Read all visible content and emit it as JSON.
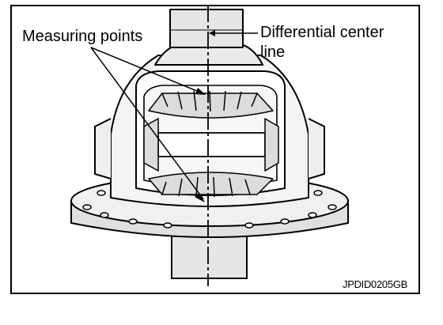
{
  "labels": {
    "measuring_points": "Measuring points",
    "differential_center_line_1": "Differential center",
    "differential_center_line_2": "line",
    "figure_code": "JPDID0205GB"
  },
  "colors": {
    "ink": "#000000",
    "paper": "#ffffff",
    "shade": "#d9d9d9"
  }
}
